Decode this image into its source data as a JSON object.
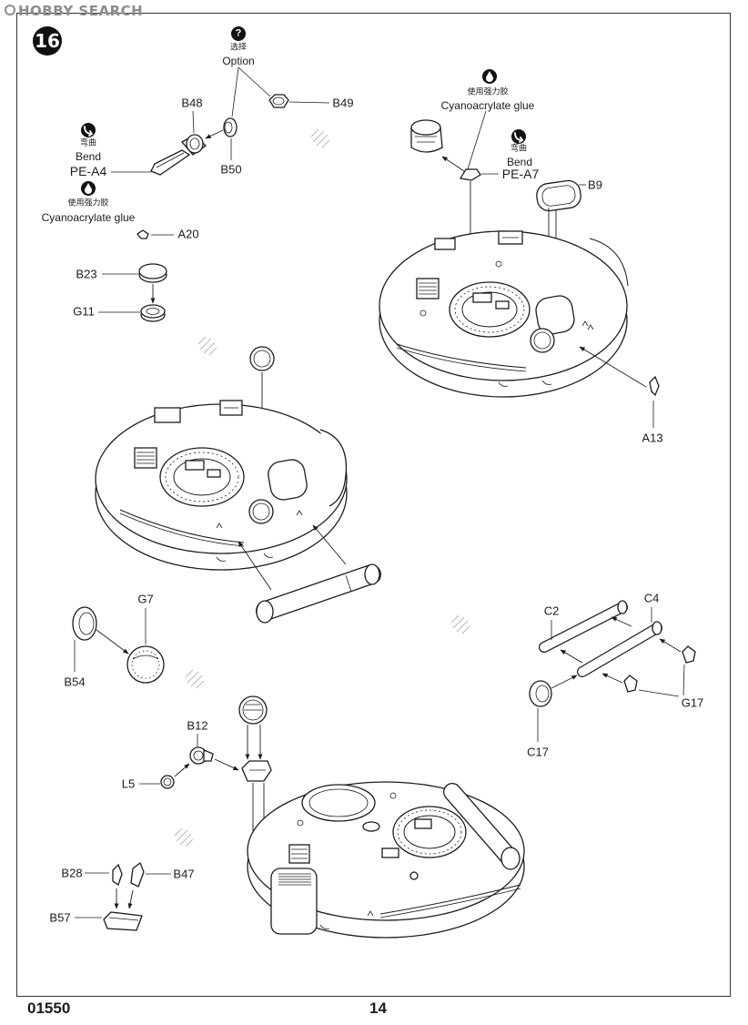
{
  "watermark": "HOBBY SEARCH",
  "step_number": "16",
  "notes": {
    "option": {
      "icon": "question-icon",
      "symbol": "?",
      "zh": "选择",
      "en": "Option"
    },
    "bend_left": {
      "icon": "bend-icon",
      "zh": "弯曲",
      "en": "Bend",
      "part": "PE-A4"
    },
    "glue_left": {
      "icon": "glue-icon",
      "zh": "使用强力胶",
      "en": "Cyanoacrylate glue"
    },
    "glue_right": {
      "icon": "glue-icon",
      "zh": "使用强力胶",
      "en": "Cyanoacrylate glue"
    },
    "bend_right": {
      "icon": "bend-icon",
      "zh": "弯曲",
      "en": "Bend",
      "part": "PE-A7"
    }
  },
  "labels": {
    "b48": "B48",
    "b49": "B49",
    "b50": "B50",
    "a20": "A20",
    "b23": "B23",
    "g11": "G11",
    "b9": "B9",
    "a13": "A13",
    "g7": "G7",
    "b54": "B54",
    "c2": "C2",
    "c4": "C4",
    "g17": "G17",
    "c17": "C17",
    "b12": "B12",
    "l5": "L5",
    "b28": "B28",
    "b47": "B47",
    "b57": "B57"
  },
  "footer": {
    "kit_number": "01550",
    "page_number": "14"
  },
  "colors": {
    "ink": "#1c1c1c",
    "paper": "#ffffff",
    "watermark": "#8c8c8c"
  }
}
